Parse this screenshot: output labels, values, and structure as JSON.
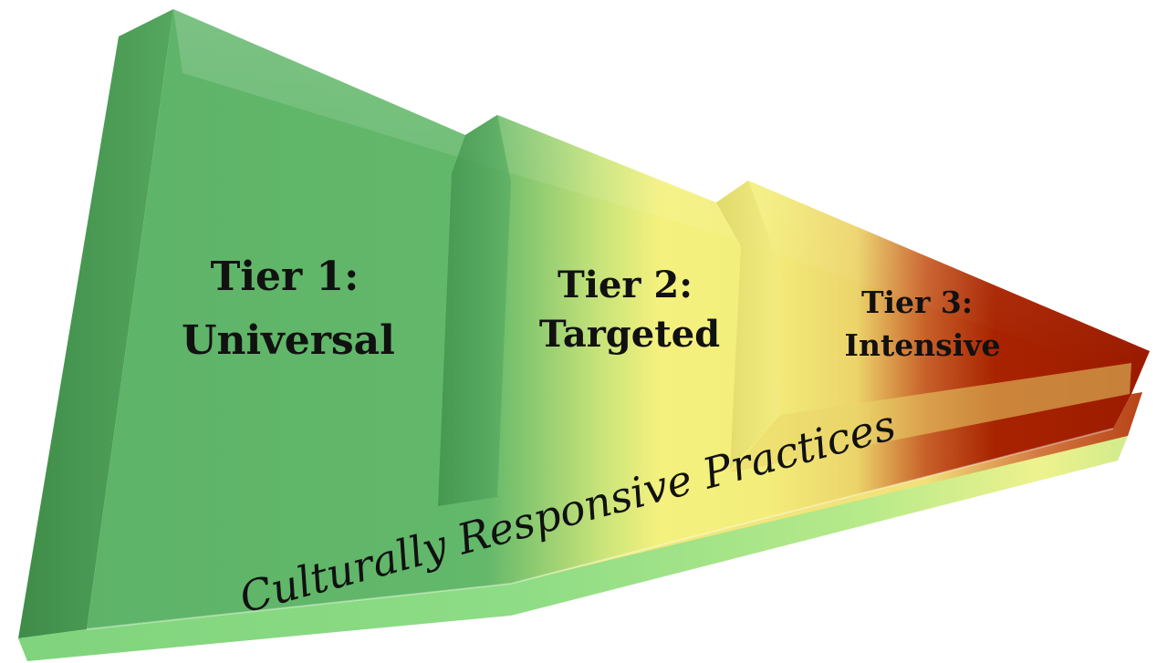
{
  "tiers": [
    {
      "line1": "Tier 1:",
      "line2": "Universal"
    },
    {
      "line1": "Tier 2:",
      "line2": "Targeted"
    },
    {
      "line1": "Tier 3:",
      "line2": "Intensive"
    }
  ],
  "base_label": "Culturally Responsive Practices",
  "colors": {
    "green": "#5fb46a",
    "green_dark": "#3f8f4a",
    "green_light": "#8fdc8a",
    "yellow": "#f5ef7a",
    "red": "#a61e00",
    "text": "#111111"
  }
}
